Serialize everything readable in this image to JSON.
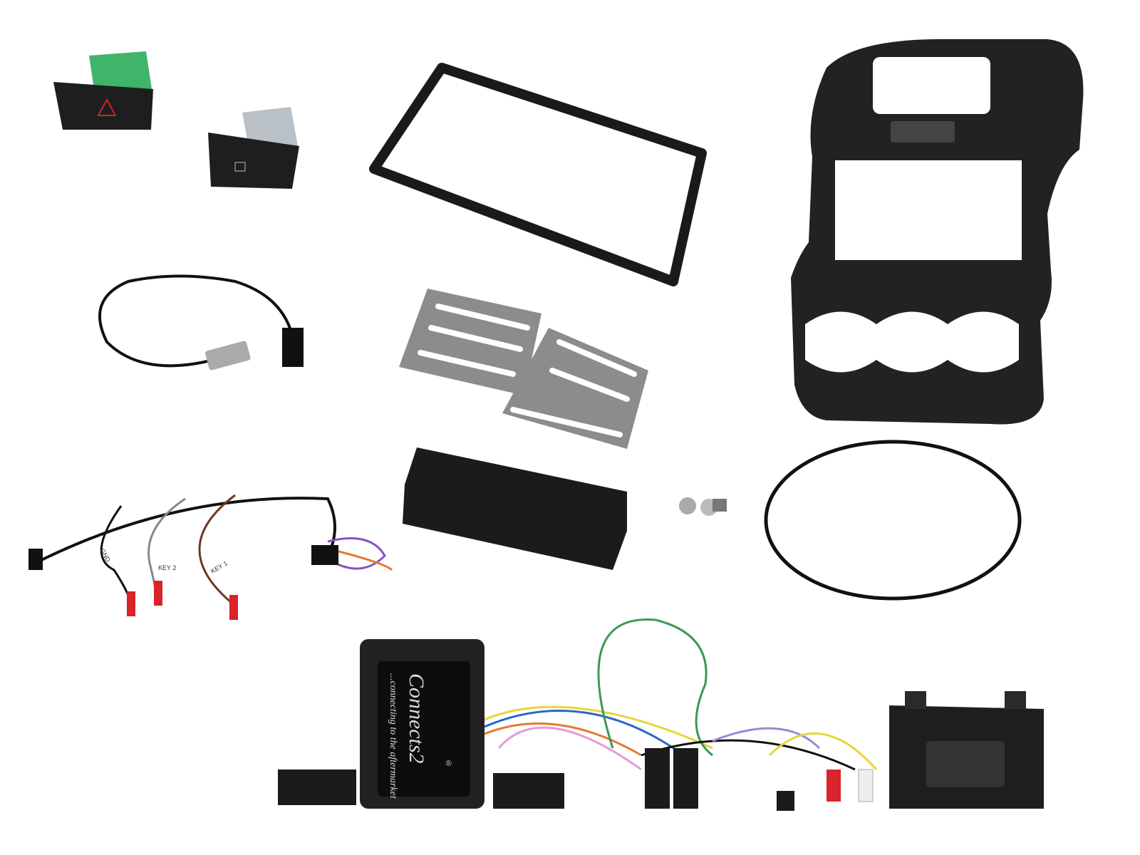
{
  "labels": {
    "gnd": "GND",
    "key2": "KEY 2",
    "key1": "KEY 1"
  },
  "interface_box": {
    "brand": "Connects2",
    "tagline": "...connecting to the aftermarket",
    "registered": "®"
  },
  "colors": {
    "background": "#ffffff",
    "plastic": "#1e1e1e",
    "green_connector": "#3fb56a",
    "silver_connector": "#b9c0c6",
    "bracket": "#8a8c8e",
    "bullet_connector": "#d8242a"
  }
}
